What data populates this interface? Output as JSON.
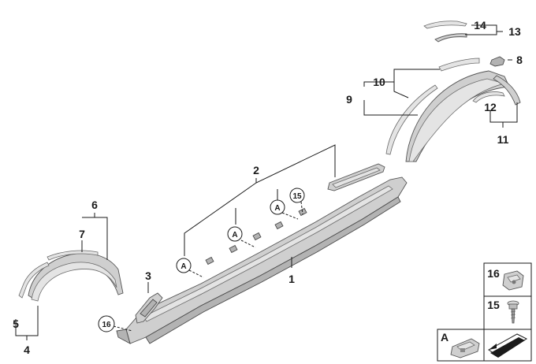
{
  "part_numbers": {
    "p1": "1",
    "p2": "2",
    "p3": "3",
    "p4": "4",
    "p5": "5",
    "p6": "6",
    "p7": "7",
    "p8": "8",
    "p9": "9",
    "p10": "10",
    "p11": "11",
    "p12": "12",
    "p13": "13",
    "p14": "14",
    "p15": "15",
    "p16": "16"
  },
  "markers": {
    "a": "A"
  },
  "legend": {
    "item16": "16",
    "item15": "15",
    "itemA": "A"
  }
}
